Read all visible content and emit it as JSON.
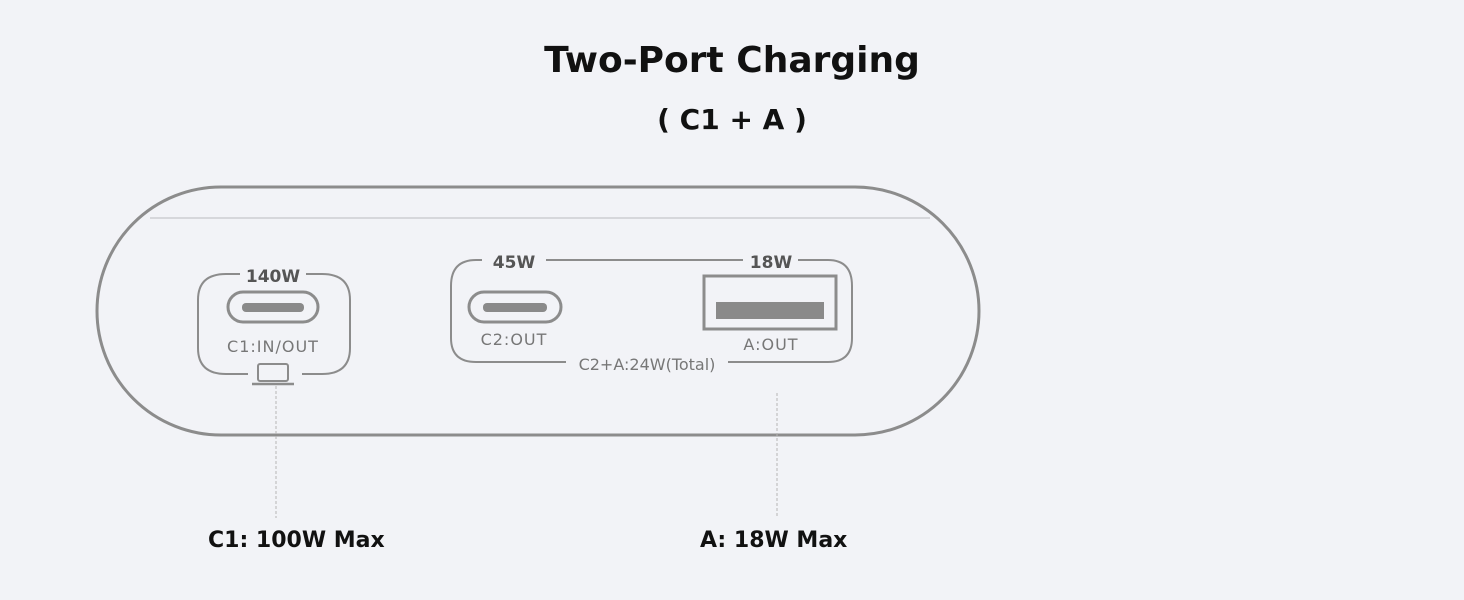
{
  "title": "Two-Port Charging",
  "subtitle": "( C1 + A )",
  "ports": {
    "c1": {
      "power": "140W",
      "label": "C1:IN/OUT"
    },
    "c2": {
      "power": "45W",
      "label": "C2:OUT"
    },
    "a": {
      "power": "18W",
      "label": "A:OUT"
    },
    "shared_total": "C2+A:24W(Total)"
  },
  "captions": {
    "c1": "C1: 100W Max",
    "a": "A: 18W Max"
  },
  "colors": {
    "background": "#f2f3f7",
    "outline": "#8c8c8c",
    "port_fill": "#8a8a8a",
    "text": "#111111"
  }
}
